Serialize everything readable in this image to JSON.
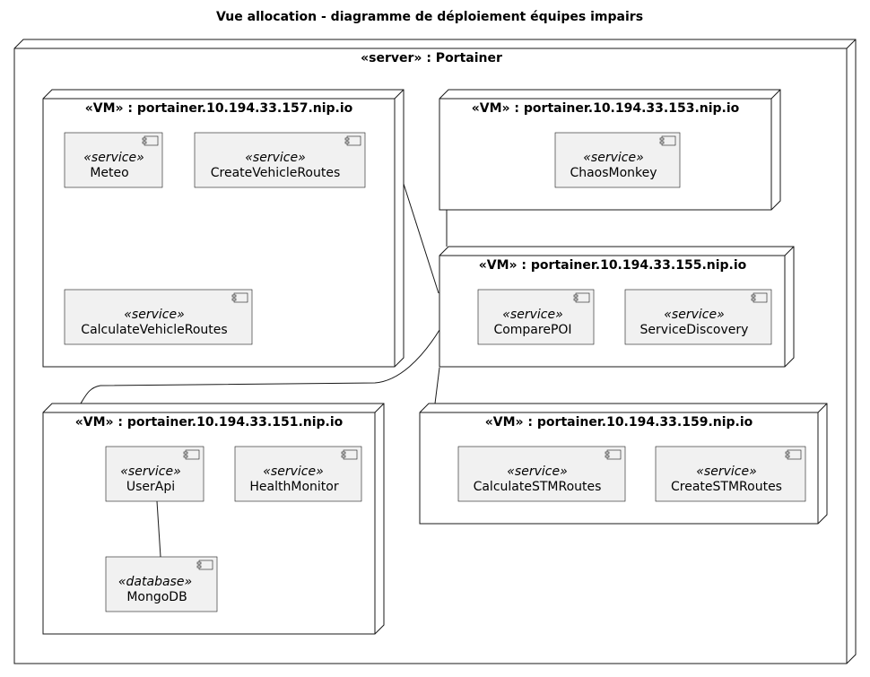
{
  "diagram": {
    "title": "Vue allocation - diagramme de déploiement équipes impairs",
    "server": {
      "label": "«server» : Portainer"
    },
    "vms": {
      "vm157": {
        "label": "«VM» : portainer.10.194.33.157.nip.io",
        "components": {
          "meteo": {
            "stereotype": "«service»",
            "name": "Meteo"
          },
          "createVehicleRoutes": {
            "stereotype": "«service»",
            "name": "CreateVehicleRoutes"
          },
          "calculateVehicleRoutes": {
            "stereotype": "«service»",
            "name": "CalculateVehicleRoutes"
          }
        }
      },
      "vm153": {
        "label": "«VM» : portainer.10.194.33.153.nip.io",
        "components": {
          "chaosMonkey": {
            "stereotype": "«service»",
            "name": "ChaosMonkey"
          }
        }
      },
      "vm155": {
        "label": "«VM» : portainer.10.194.33.155.nip.io",
        "components": {
          "comparePOI": {
            "stereotype": "«service»",
            "name": "ComparePOI"
          },
          "serviceDiscovery": {
            "stereotype": "«service»",
            "name": "ServiceDiscovery"
          }
        }
      },
      "vm151": {
        "label": "«VM» : portainer.10.194.33.151.nip.io",
        "components": {
          "userApi": {
            "stereotype": "«service»",
            "name": "UserApi"
          },
          "healthMonitor": {
            "stereotype": "«service»",
            "name": "HealthMonitor"
          },
          "mongoDB": {
            "stereotype": "«database»",
            "name": "MongoDB"
          }
        }
      },
      "vm159": {
        "label": "«VM» : portainer.10.194.33.159.nip.io",
        "components": {
          "calculateSTMRoutes": {
            "stereotype": "«service»",
            "name": "CalculateSTMRoutes"
          },
          "createSTMRoutes": {
            "stereotype": "«service»",
            "name": "CreateSTMRoutes"
          }
        }
      }
    },
    "connections": [
      {
        "from": "vm157",
        "to": "vm155"
      },
      {
        "from": "vm153",
        "to": "vm155"
      },
      {
        "from": "vm151",
        "to": "vm155"
      },
      {
        "from": "vm159",
        "to": "vm155"
      },
      {
        "from": "userApi",
        "to": "mongoDB"
      }
    ]
  }
}
